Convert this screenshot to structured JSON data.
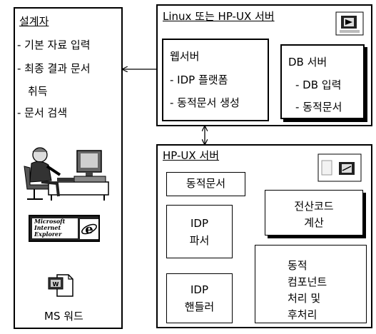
{
  "designer": {
    "title": "설계자",
    "items": [
      "- 기본 자료 입력",
      "- 최종 결과 문서",
      "취득",
      "- 문서 검색"
    ],
    "ie_logo_lines": [
      "Microsoft",
      "Internet",
      "Explorer"
    ],
    "ms_word_label": "MS 워드"
  },
  "linux_server": {
    "title": "Linux 또는 HP-UX 서버",
    "web_server": {
      "title": "웹서버",
      "items": [
        "- IDP 플랫폼",
        "- 동적문서 생성"
      ]
    },
    "db_server": {
      "title": "DB 서버",
      "items": [
        "- DB 입력",
        "- 동적문서"
      ]
    }
  },
  "hpux_server": {
    "title": "HP-UX 서버",
    "dynamic_doc": "동적문서",
    "idp_parser": [
      "IDP",
      "파서"
    ],
    "idp_handler": [
      "IDP",
      "핸들러"
    ],
    "code_calc": [
      "전산코드",
      "계산"
    ],
    "dynamic_component": [
      "동적",
      "컴포넌트",
      "처리 및",
      "후처리"
    ]
  }
}
